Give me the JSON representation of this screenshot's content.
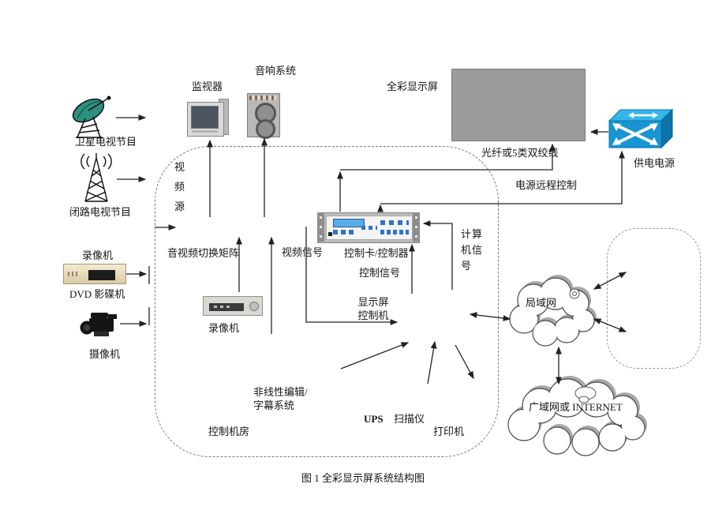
{
  "caption": "图 1 全彩显示屏系统结构图",
  "sources": {
    "satellite": "卫星电视节目",
    "cctv": "闭路电视节目",
    "vcr": "录像机",
    "dvd": "DVD 影碟机",
    "camera": "摄像机"
  },
  "top": {
    "monitor": "监视器",
    "audio": "音响系统",
    "display": "全彩显示屏",
    "power_supply": "供电电源"
  },
  "links": {
    "video_source": "视频源",
    "fiber": "光纤或5类双绞线",
    "power_remote": "电源远程控制",
    "video_signal": "视频信号",
    "control_signal": "控制信号",
    "computer_signal": "计算机信号"
  },
  "control_room": {
    "room": "控制机房",
    "av_matrix": "音视频切换矩阵",
    "vcr": "录像机",
    "controller": "控制卡/控制器",
    "display_controller_l1": "显示屏",
    "display_controller_l2": "控制机",
    "editing_l1": "非线性编辑/",
    "editing_l2": "字幕系统",
    "ups": "UPS",
    "scanner": "扫描仪",
    "printer": "打印机"
  },
  "network": {
    "lan": "局域网",
    "wan": "广域网或 INTERNET"
  },
  "colors": {
    "display_fill": "#9b9b9b",
    "switch_front": "#1795d4",
    "dish_face": "#2f8f80",
    "line": "#222222"
  }
}
